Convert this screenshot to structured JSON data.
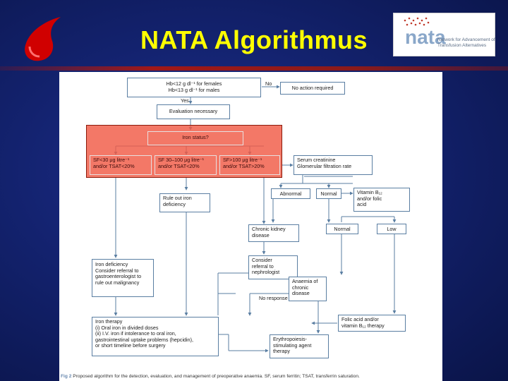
{
  "title": "NATA Algorithmus",
  "logo": {
    "word": "nata",
    "subtitle": "Network for Advancement of Transfusion Alternatives"
  },
  "flow": {
    "hb_line1": "Hb<12 g dl⁻¹ for females",
    "hb_line2": "Hb<13 g dl⁻¹ for males",
    "no": "No",
    "no_action": "No action required",
    "yes": "Yes",
    "evaluation": "Evaluation necessary",
    "iron_status": "Iron status?",
    "sf1_line1": "SF<30 μg litre⁻¹",
    "sf1_line2": "and/or TSAT<20%",
    "sf2_line1": "SF 30–100 μg litre⁻¹",
    "sf2_line2": "and/or TSAT<20%",
    "sf3_line1": "SF>100 μg litre⁻¹",
    "sf3_line2": "and/or TSAT>20%",
    "serum_line1": "Serum creatinine",
    "serum_line2": "Glomerular filtration rate",
    "abnormal": "Abnormal",
    "normal": "Normal",
    "b12_line1": "Vitamin B₁₂",
    "b12_line2": "and/or folic",
    "b12_line3": "acid",
    "rule_out_line1": "Rule out iron",
    "rule_out_line2": "deficiency",
    "ckd_line1": "Chronic kidney",
    "ckd_line2": "disease",
    "normal2": "Normal",
    "low": "Low",
    "iron_def_line1": "Iron deficiency",
    "iron_def_line2": "Consider referral to",
    "iron_def_line3": "gastroenterologist to",
    "iron_def_line4": "rule out malignancy",
    "nephro_line1": "Consider",
    "nephro_line2": "referral to",
    "nephro_line3": "nephrologist",
    "anaemia_line1": "Anaemia of",
    "anaemia_line2": "chronic",
    "anaemia_line3": "disease",
    "no_response": "No response",
    "therapy_line1": "Iron therapy",
    "therapy_line2": "(i) Oral iron in divided doses",
    "therapy_line3": "(ii) I.V. iron if intolerance to oral iron,",
    "therapy_line4": "gastrointestinal uptake problems (hepcidin),",
    "therapy_line5": "or short timeline before surgery",
    "folic_line1": "Folic acid and/or",
    "folic_line2": "vitamin B₁₂ therapy",
    "esa_line1": "Erythropoiesis-",
    "esa_line2": "stimulating agent",
    "esa_line3": "therapy"
  },
  "caption": {
    "label": "Fig 2",
    "text": "Proposed algorithm for the detection, evaluation, and management of preoperative anaemia. SF, serum ferritin; TSAT, transferrin saturation."
  },
  "colors": {
    "title": "#ffff00",
    "highlight": "#f05a46",
    "connector": "#5a7ea2"
  }
}
